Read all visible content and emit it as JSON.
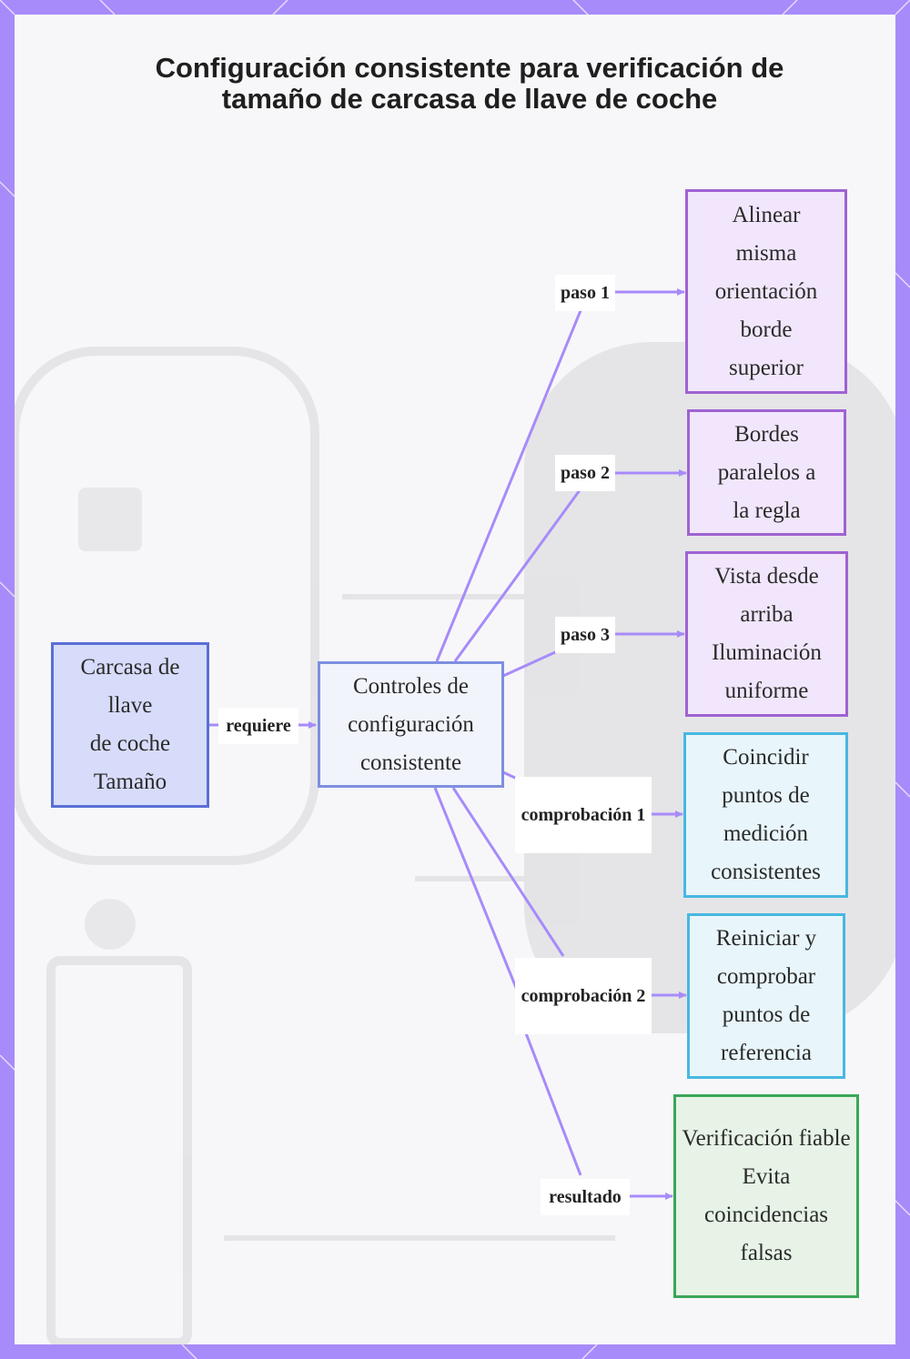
{
  "diagram": {
    "title": "Configuración consistente para verificación de tamaño de carcasa de llave de coche",
    "nodes": {
      "source": "Carcasa de llave\nde coche Tamaño",
      "center": "Controles de configuración consistente",
      "step1": "Alinear misma orientación borde superior",
      "step2": "Bordes paralelos a la regla",
      "step3": "Vista desde arriba\nIluminación uniforme",
      "check1": "Coincidir puntos de medición consistentes",
      "check2": "Reiniciar y comprobar puntos de referencia",
      "result": "Verificación fiable\nEvita coincidencias falsas"
    },
    "edge_labels": {
      "requires": "requiere",
      "step1": "paso 1",
      "step2": "paso 2",
      "step3": "paso 3",
      "check1": "comprobación 1",
      "check2": "comprobación 2",
      "result": "resultado"
    },
    "colors": {
      "frame": "#a78bfa",
      "edge": "#a78bfa",
      "source_fill": "#d6dcfa",
      "source_border": "#5a6fd6",
      "step_fill": "#f1e6fb",
      "step_border": "#a062d2",
      "check_fill": "#e8f5fb",
      "check_border": "#47b8e0",
      "result_fill": "#e6f3e6",
      "result_border": "#3aa657"
    }
  }
}
